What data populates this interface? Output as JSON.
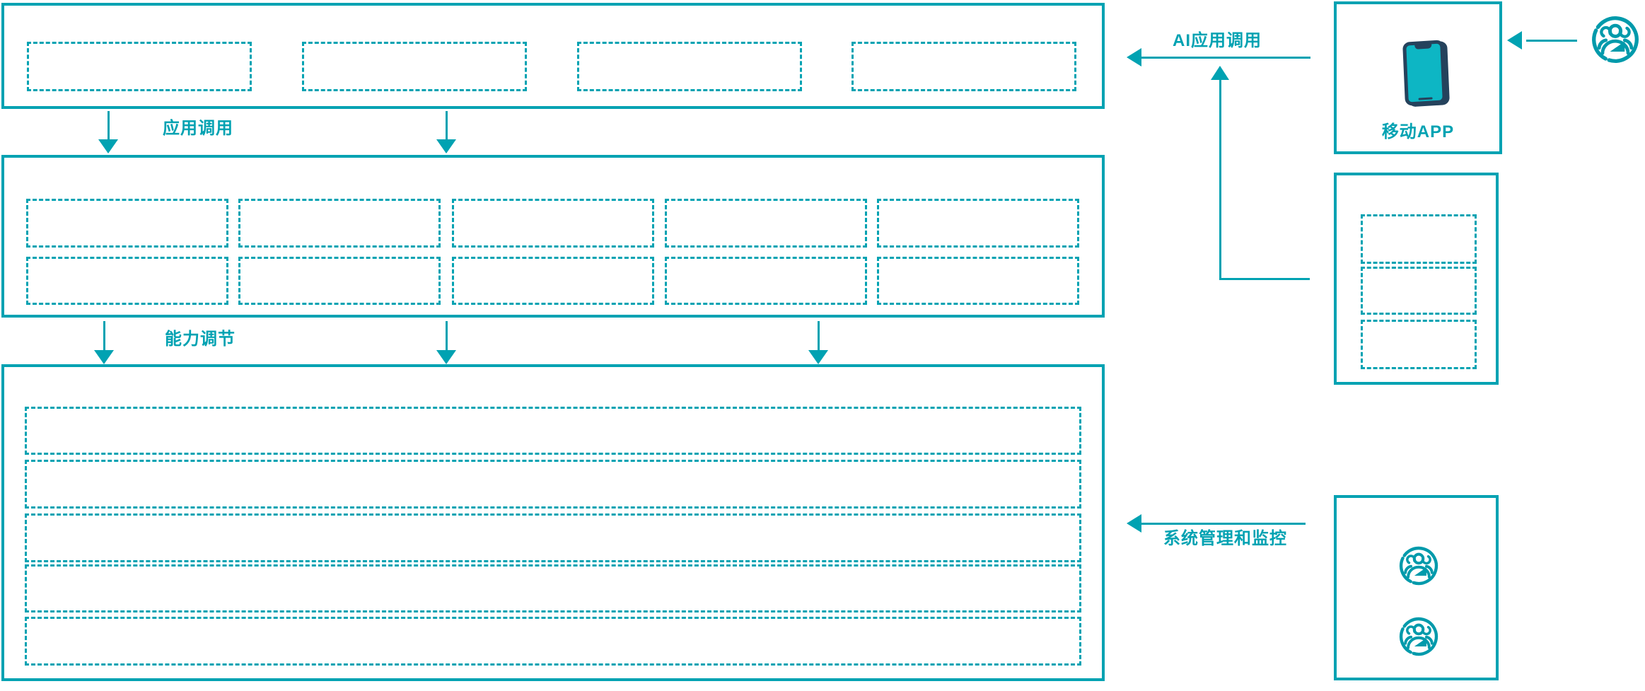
{
  "diagram": {
    "type": "architecture-diagram",
    "labels": {
      "app_call": "应用调用",
      "capability_tuning": "能力调节",
      "ai_app_call": "AI应用调用",
      "system_monitor": "系统管理和监控",
      "mobile_app": "移动APP"
    },
    "colors": {
      "teal": "#00a2b2",
      "icon_teal": "#009aab",
      "phone_body": "#25425c",
      "phone_screen": "#0db6c4"
    },
    "structure": {
      "top_layer_placeholder_count": 4,
      "middle_layer_grid": {
        "rows": 2,
        "cols": 5
      },
      "bottom_layer_row_count": 5,
      "access_panel_placeholder_count": 3,
      "admin_user_icon_count": 2
    }
  }
}
